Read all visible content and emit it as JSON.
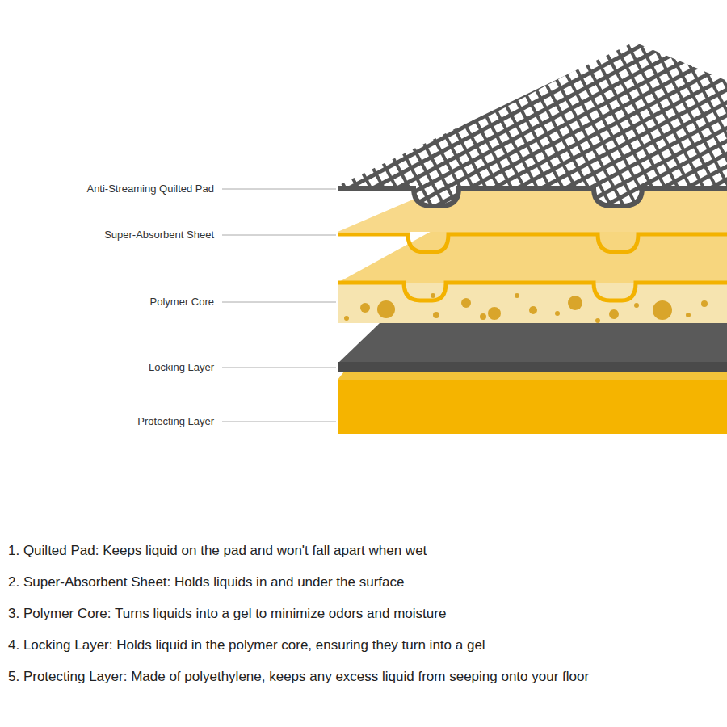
{
  "diagram": {
    "labels": [
      "Anti-Streaming Quilted Pad",
      "Super-Absorbent Sheet",
      "Polymer Core",
      "Locking Layer",
      "Protecting Layer",
      "1. Quilted Pad: Keeps liquid on the pad and won't fall apart when wet",
      "2. Super-Absorbent Sheet: Holds liquids in and under the surface",
      "3. Polymer Core: Turns liquids into a gel to minimize odors and moisture",
      "4. Locking Layer: Holds liquid in the polymer core, ensuring they turn into a gel",
      "5. Protecting Layer: Made of polyethylene, keeps any excess liquid from seeping onto your floor"
    ]
  }
}
